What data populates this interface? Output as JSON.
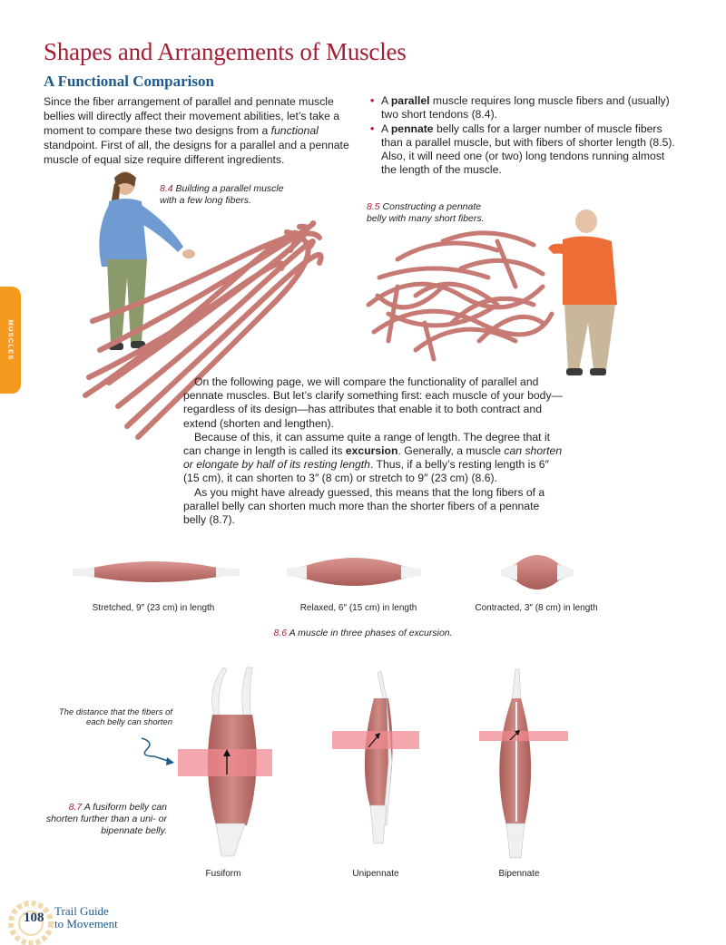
{
  "page": {
    "title": "Shapes and Arrangements of Muscles",
    "subtitle": "A Functional Comparison",
    "intro": {
      "before_italic": "Since the fiber arrangement of parallel and pennate muscle bellies will directly affect their movement abilities, let’s take a moment to compare these two designs from a ",
      "italic": "functional",
      "after_italic": " standpoint. First of all, the designs for a parallel and a pennate muscle of equal size require different ingredients."
    },
    "bullets": [
      {
        "pre": "A ",
        "bold": "parallel",
        "post": " muscle requires long muscle fibers and (usually) two short tendons (8.4)."
      },
      {
        "pre": "A ",
        "bold": "pennate",
        "post": " belly calls for a larger number of muscle fibers than a parallel muscle, but with fibers of shorter length (8.5). Also, it will need one (or two) long tendons running almost the length of the muscle."
      }
    ],
    "bullet_symbol": "•",
    "fig84": {
      "num": "8.4",
      "text": "Building a parallel muscle with a few long fibers."
    },
    "fig85": {
      "num": "8.5",
      "text": "Constructing a pennate belly with many short fibers."
    },
    "body": {
      "p1": "On the following page, we will compare the functionality of parallel and pennate muscles. But let’s clarify something first: each muscle of your body—regardless of its design—has attributes that enable it to both contract and extend (shorten and lengthen).",
      "p2_a": "Because of this, it can assume quite a range of length. The degree that it can change in length is called its ",
      "p2_bold": "excursion",
      "p2_b": ". Generally, a muscle ",
      "p2_italic": "can shorten or elongate by half of its resting length",
      "p2_c": ". Thus, if a belly’s resting length is 6″ (15 cm), it can shorten to 3″ (8 cm) or stretch to 9″ (23 cm) (8.6).",
      "p3": "As you might have already guessed, this means that the long fibers of a parallel belly can shorten much more than the shorter fibers of a pennate belly (8.7)."
    },
    "phases": {
      "stretched": "Stretched, 9″ (23 cm) in length",
      "relaxed": "Relaxed, 6″ (15 cm) in length",
      "contracted": "Contracted, 3″ (8 cm) in length"
    },
    "fig86": {
      "num": "8.6",
      "text": "A muscle in three phases of excursion."
    },
    "distance_note": "The distance that the fibers of each belly can shorten",
    "fig87": {
      "num": "8.7",
      "text": "A fusiform belly can shorten further than a uni- or bipennate belly."
    },
    "muscle_types": {
      "fusiform": "Fusiform",
      "unipennate": "Unipennate",
      "bipennate": "Bipennate"
    },
    "side_tab": "MUSCLES",
    "footer": {
      "page_number": "108",
      "book_line1": "Trail Guide",
      "book_line2": "to Movement"
    },
    "colors": {
      "title": "#a31f34",
      "subtitle": "#1e5a8c",
      "bullet": "#c8102e",
      "tab": "#f39a1f",
      "muscle": "#c9807c",
      "band": "#f08a92"
    }
  }
}
